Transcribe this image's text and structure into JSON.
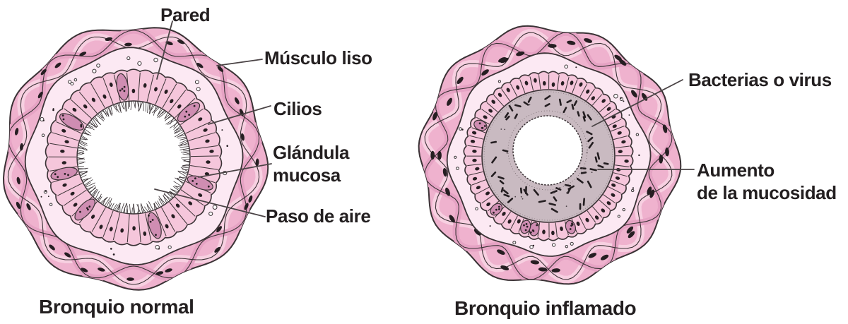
{
  "figure": {
    "left": {
      "caption": "Bronquio normal",
      "labels": {
        "pared": "Pared",
        "musculo_liso": "Músculo liso",
        "cilios": "Cilios",
        "glandula_mucosa": "Glándula\nmucosa",
        "paso_de_aire": "Paso de aire"
      }
    },
    "right": {
      "caption": "Bronquio inflamado",
      "labels": {
        "bacterias_o_virus": "Bacterias o virus",
        "aumento_mucosidad": "Aumento\nde la mucosidad"
      }
    }
  },
  "colors": {
    "outline": "#3a3235",
    "text": "#231f20",
    "leader_line": "#4a4345",
    "muscle": "#efb2ce",
    "muscle_light": "#f7d0e1",
    "muscle_shade": "#e6a3c4",
    "submucosa": "#fce9f3",
    "epithelium": "#f5c6db",
    "gland": "#cf8db2",
    "nucleus": "#261e22",
    "mucus": "#c9bac1",
    "bacteria": "#231d20",
    "lumen": "#ffffff"
  }
}
